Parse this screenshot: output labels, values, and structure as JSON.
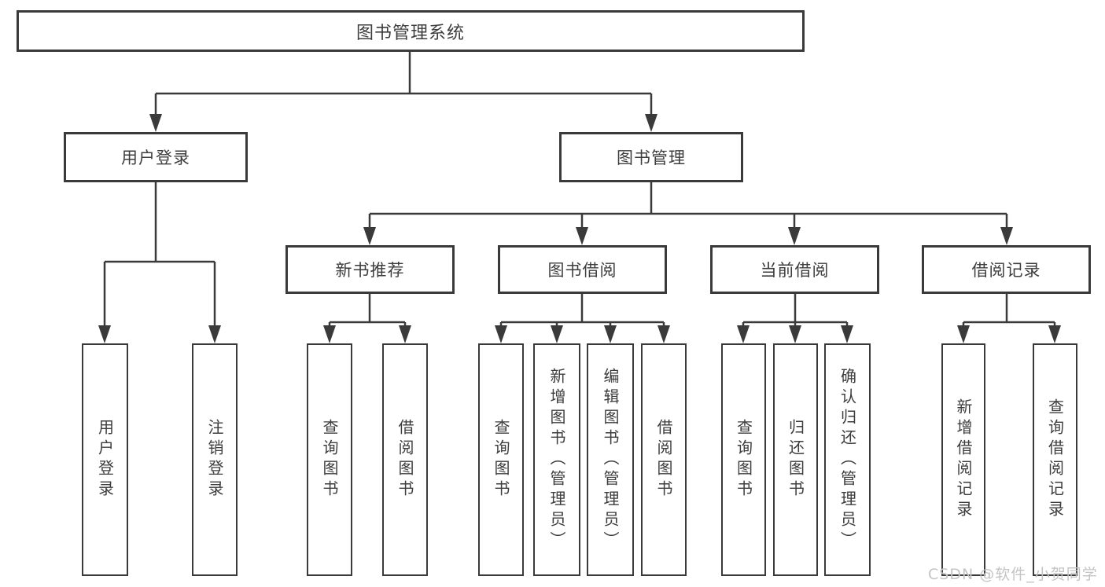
{
  "nodes": {
    "root": "图书管理系统",
    "level2": [
      "用户登录",
      "图书管理"
    ],
    "level3": [
      "新书推荐",
      "图书借阅",
      "当前借阅",
      "借阅记录"
    ],
    "leaves_user": [
      "用户登录",
      "注销登录"
    ],
    "leaves_recommend": [
      "查询图书",
      "借阅图书"
    ],
    "leaves_borrow": [
      "查询图书",
      "新增图书（管理员）",
      "编辑图书（管理员）",
      "借阅图书"
    ],
    "leaves_current": [
      "查询图书",
      "归还图书",
      "确认归还（管理员）"
    ],
    "leaves_record": [
      "新增借阅记录",
      "查询借阅记录"
    ]
  },
  "watermark": "CSDN @软件_小贺同学"
}
